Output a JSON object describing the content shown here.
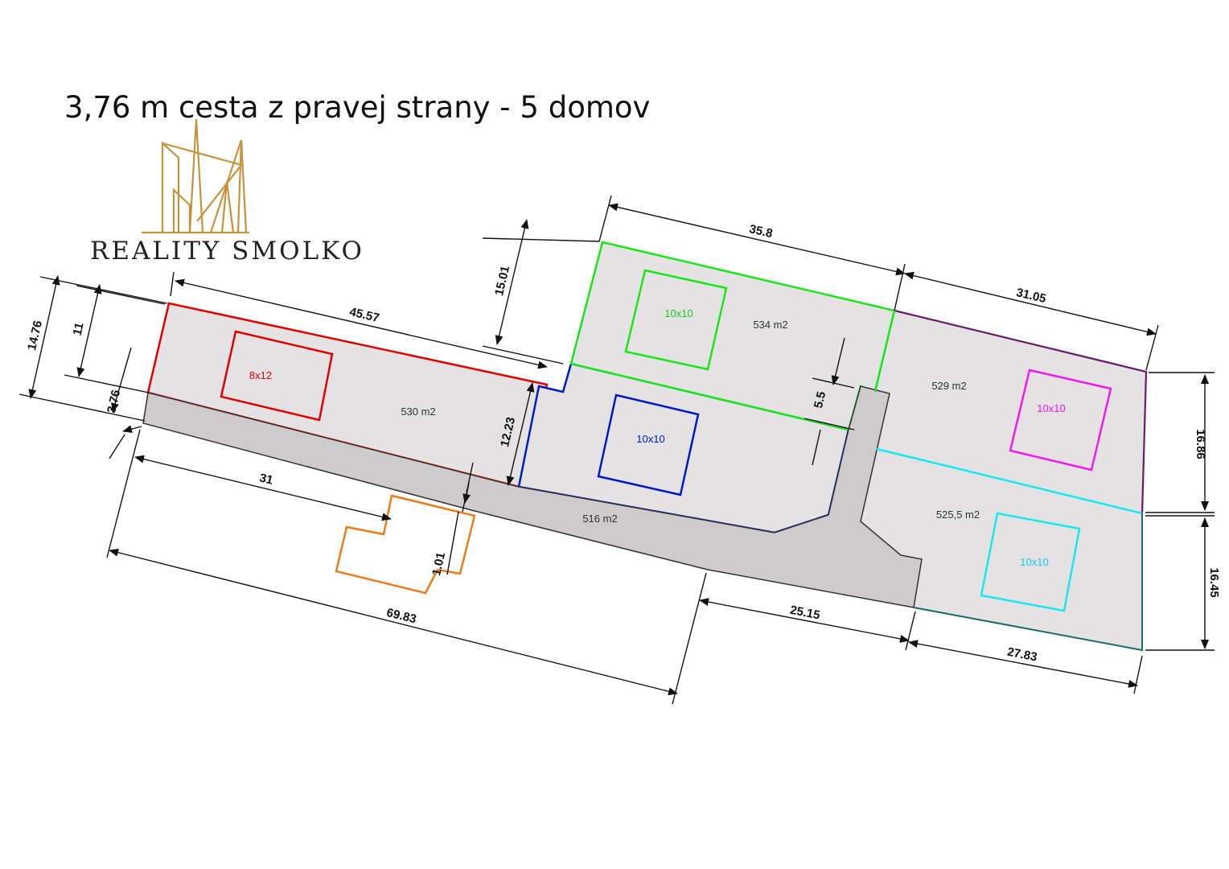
{
  "title": "3,76 m cesta z pravej strany - 5 domov",
  "brand": {
    "name": "REALITY SMOLKO"
  },
  "colors": {
    "lot_fill": "#e4e2e3",
    "road_fill": "#cfcacb",
    "red": "#e00000",
    "blue": "#0018c8",
    "green": "#19e619",
    "magenta": "#ee1aee",
    "cyan": "#18e8ee",
    "orange": "#ee7a18",
    "purple": "#6a1a6a",
    "gold": "#c8923c"
  },
  "areas": {
    "red_lot": "530 m2",
    "green_lot": "534 m2",
    "purple_lot": "529 m2",
    "cyan_lot": "525,5 m2",
    "road": "516 m2"
  },
  "houses": {
    "red": "8x12",
    "green": "10x10",
    "blue": "10x10",
    "magenta": "10x10",
    "cyan": "10x10"
  },
  "dimensions": {
    "d1": "45.57",
    "d2": "35.8",
    "d3": "31.05",
    "d4": "14.76",
    "d5": "11",
    "d6": "3.76",
    "d7": "15.01",
    "d8": "12.23",
    "d9": "5.5",
    "d10": "31",
    "d11": "1.01",
    "d12": "69.83",
    "d13": "25.15",
    "d14": "27.83",
    "d15": "16.86",
    "d16": "16.45"
  }
}
